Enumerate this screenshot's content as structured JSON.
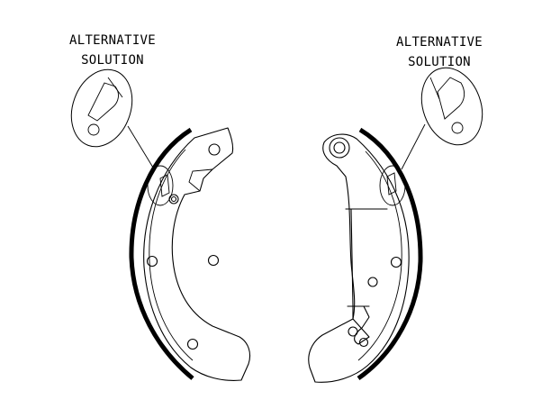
{
  "callouts": {
    "left": {
      "line1": "ALTERNATIVE",
      "line2": "SOLUTION"
    },
    "right": {
      "line1": "ALTERNATIVE",
      "line2": "SOLUTION"
    }
  },
  "colors": {
    "ink": "#000000",
    "background": "#ffffff"
  }
}
